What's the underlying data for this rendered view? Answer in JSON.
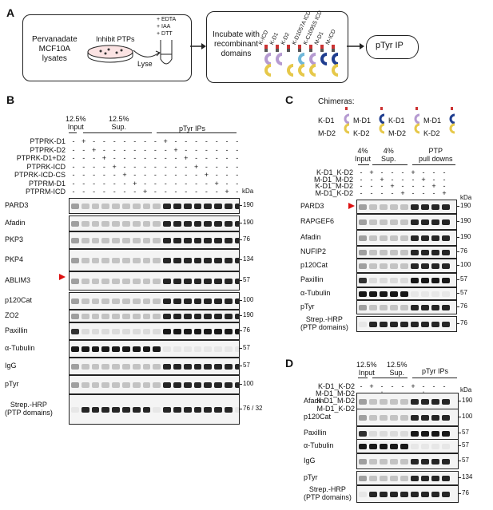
{
  "panels": {
    "A": "A",
    "B": "B",
    "C": "C",
    "D": "D"
  },
  "panelA": {
    "lysate": "Pervanadate\nMCF10A\nlysates",
    "inhibit": "Inhibit PTPs",
    "lyse": "Lyse",
    "additives": [
      "+ EDTA",
      "+ IAA",
      "+ DTT"
    ],
    "incubate": "Incubate with\nrecombinant\ndomains",
    "domains": [
      "K-ICD",
      "K-D1",
      "K-D2",
      "K-D1057A ICD",
      "K-C1095S ICD",
      "M-D1",
      "M-ICD"
    ],
    "ip": "pTyr IP"
  },
  "panelB": {
    "hdr_input": "12.5%\nInput",
    "hdr_sup": "12.5%\nSup.",
    "hdr_ips": "pTyr IPs",
    "kda": "kDa",
    "conditions": [
      {
        "label": "PTPRK-D1",
        "signs": [
          "-",
          "+",
          "-",
          "-",
          "-",
          "-",
          "-",
          "-",
          "-",
          "+",
          "-",
          "-",
          "-",
          "-",
          "-",
          "-",
          "-"
        ]
      },
      {
        "label": "PTPRK-D2",
        "signs": [
          "-",
          "-",
          "+",
          "-",
          "-",
          "-",
          "-",
          "-",
          "-",
          "-",
          "+",
          "-",
          "-",
          "-",
          "-",
          "-",
          "-"
        ]
      },
      {
        "label": "PTPRK-D1+D2",
        "signs": [
          "-",
          "-",
          "-",
          "+",
          "-",
          "-",
          "-",
          "-",
          "-",
          "-",
          "-",
          "+",
          "-",
          "-",
          "-",
          "-",
          "-"
        ]
      },
      {
        "label": "PTPRK-ICD",
        "signs": [
          "-",
          "-",
          "-",
          "-",
          "+",
          "-",
          "-",
          "-",
          "-",
          "-",
          "-",
          "-",
          "+",
          "-",
          "-",
          "-",
          "-"
        ]
      },
      {
        "label": "PTPRK-ICD-CS",
        "signs": [
          "-",
          "-",
          "-",
          "-",
          "-",
          "+",
          "-",
          "-",
          "-",
          "-",
          "-",
          "-",
          "-",
          "+",
          "-",
          "-",
          "-"
        ]
      },
      {
        "label": "PTPRM-D1",
        "signs": [
          "-",
          "-",
          "-",
          "-",
          "-",
          "-",
          "+",
          "-",
          "-",
          "-",
          "-",
          "-",
          "-",
          "-",
          "+",
          "-",
          "-"
        ]
      },
      {
        "label": "PTPRM-ICD",
        "signs": [
          "-",
          "-",
          "-",
          "-",
          "-",
          "-",
          "-",
          "+",
          "-",
          "-",
          "-",
          "-",
          "-",
          "-",
          "-",
          "+",
          "-"
        ]
      }
    ],
    "blots": [
      {
        "name": "PARD3",
        "mw": "190"
      },
      {
        "name": "Afadin",
        "mw": "190"
      },
      {
        "name": "PKP3",
        "mw": "76"
      },
      {
        "name": "PKP4",
        "mw": "134"
      },
      {
        "name": "ABLIM3",
        "mw": "57"
      },
      {
        "name": "p120Cat",
        "mw": "100"
      },
      {
        "name": "ZO2",
        "mw": "190"
      },
      {
        "name": "Paxillin",
        "mw": "76"
      },
      {
        "name": "α-Tubulin",
        "mw": "57"
      },
      {
        "name": "IgG",
        "mw": "57"
      },
      {
        "name": "pTyr",
        "mw": "100"
      },
      {
        "name": "Strep.-HRP\n(PTP domains)",
        "mw": "76 / 32"
      }
    ]
  },
  "panelC": {
    "title": "Chimeras:",
    "chimeras": [
      "K-D1",
      "M-D2",
      "M-D1",
      "K-D2",
      "K-D1",
      "M-D2",
      "M-D1",
      "K-D2"
    ],
    "hdr_input": "4%\nInput",
    "hdr_sup": "4%\nSup.",
    "hdr_pd": "PTP\npull downs",
    "kda": "kDa",
    "conditions": [
      {
        "label": "K-D1_K-D2",
        "signs": [
          "-",
          "+",
          "-",
          "-",
          "-",
          "+",
          "-",
          "-",
          "-"
        ]
      },
      {
        "label": "M-D1_M-D2",
        "signs": [
          "-",
          "-",
          "+",
          "-",
          "-",
          "-",
          "+",
          "-",
          "-"
        ]
      },
      {
        "label": "K-D1_M-D2",
        "signs": [
          "-",
          "-",
          "-",
          "+",
          "-",
          "-",
          "-",
          "+",
          "-"
        ]
      },
      {
        "label": "M-D1_K-D2",
        "signs": [
          "-",
          "-",
          "-",
          "-",
          "+",
          "-",
          "-",
          "-",
          "+"
        ]
      }
    ],
    "blots": [
      {
        "name": "PARD3",
        "mw": "190"
      },
      {
        "name": "RAPGEF6",
        "mw": "190"
      },
      {
        "name": "Afadin",
        "mw": "190"
      },
      {
        "name": "NUFIP2",
        "mw": "76"
      },
      {
        "name": "p120Cat",
        "mw": "100"
      },
      {
        "name": "Paxillin",
        "mw": "57"
      },
      {
        "name": "α-Tubulin",
        "mw": "57"
      },
      {
        "name": "pTyr",
        "mw": "76"
      },
      {
        "name": "Strep.-HRP\n(PTP domains)",
        "mw": "76"
      }
    ]
  },
  "panelD": {
    "hdr_input": "12.5%\nInput",
    "hdr_sup": "12.5%\nSup.",
    "hdr_ips": "pTyr IPs",
    "kda": "kDa",
    "conditions": [
      {
        "label": "K-D1_K-D2",
        "signs": [
          "-",
          "+",
          "-",
          "-",
          "-",
          "+",
          "-",
          "-",
          "-"
        ]
      },
      {
        "label": "M-D1_M-D2",
        "signs": [
          "-",
          "-",
          "+",
          "-",
          "-",
          "-",
          "+",
          "-",
          "-"
        ]
      },
      {
        "label": "K-D1_M-D2",
        "signs": [
          "-",
          "-",
          "-",
          "+",
          "-",
          "-",
          "-",
          "+",
          "-"
        ]
      },
      {
        "label": "M-D1_K-D2",
        "signs": [
          "-",
          "-",
          "-",
          "-",
          "+",
          "-",
          "-",
          "-",
          "+"
        ]
      }
    ],
    "blots": [
      {
        "name": "Afadin",
        "mw": "190"
      },
      {
        "name": "p120Cat",
        "mw": "100"
      },
      {
        "name": "Paxillin",
        "mw": "57"
      },
      {
        "name": "α-Tubulin",
        "mw": "57"
      },
      {
        "name": "IgG",
        "mw": "57"
      },
      {
        "name": "pTyr",
        "mw": "134"
      },
      {
        "name": "Strep.-HRP\n(PTP domains)",
        "mw": "76"
      }
    ]
  },
  "colors": {
    "arrow": "#d11111",
    "line": "#222222"
  }
}
